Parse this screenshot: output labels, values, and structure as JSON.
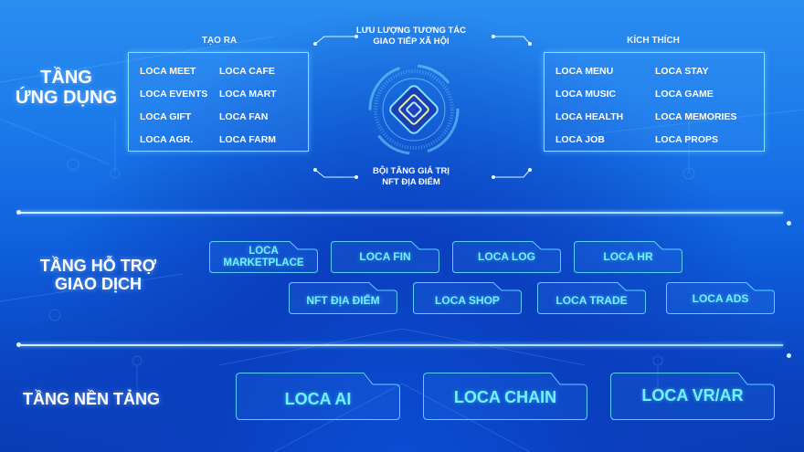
{
  "application_layer": {
    "title_line1": "TẦNG",
    "title_line2": "ỨNG DỤNG",
    "create_group": {
      "label": "TẠO RA",
      "items": [
        "LOCA MEET",
        "LOCA CAFE",
        "LOCA EVENTS",
        "LOCA MART",
        "LOCA GIFT",
        "LOCA FAN",
        "LOCA AGR.",
        "LOCA FARM"
      ]
    },
    "stimulate_group": {
      "label": "KÍCH THÍCH",
      "items": [
        "LOCA MENU",
        "LOCA STAY",
        "LOCA MUSIC",
        "LOCA GAME",
        "LOCA HEALTH",
        "LOCA MEMORIES",
        "LOCA JOB",
        "LOCA PROPS"
      ]
    },
    "top_caption_line1": "LƯU LƯỢNG TƯƠNG TÁC",
    "top_caption_line2": "GIAO TIẾP XÃ HỘI",
    "bottom_caption_line1": "BỘI TĂNG GIÁ TRỊ",
    "bottom_caption_line2": "NFT ĐỊA ĐIỂM"
  },
  "transaction_layer": {
    "title_line1": "TẦNG HỖ TRỢ",
    "title_line2": "GIAO DỊCH",
    "row1": [
      "LOCA MARKETPLACE",
      "LOCA FIN",
      "LOCA LOG",
      "LOCA HR"
    ],
    "row1_marketplace_line1": "LOCA",
    "row1_marketplace_line2": "MARKETPLACE",
    "row2": [
      "NFT ĐỊA ĐIỂM",
      "LOCA SHOP",
      "LOCA TRADE",
      "LOCA ADS"
    ]
  },
  "platform_layer": {
    "title": "TẦNG NỀN TẢNG",
    "items": [
      "LOCA AI",
      "LOCA CHAIN",
      "LOCA VR/AR"
    ]
  },
  "colors": {
    "accent_cyan": "#6ff2ff",
    "box_border": "#7fe4ff",
    "bg_top": "#2a8ef0",
    "bg_bottom": "#0a3bb5"
  }
}
